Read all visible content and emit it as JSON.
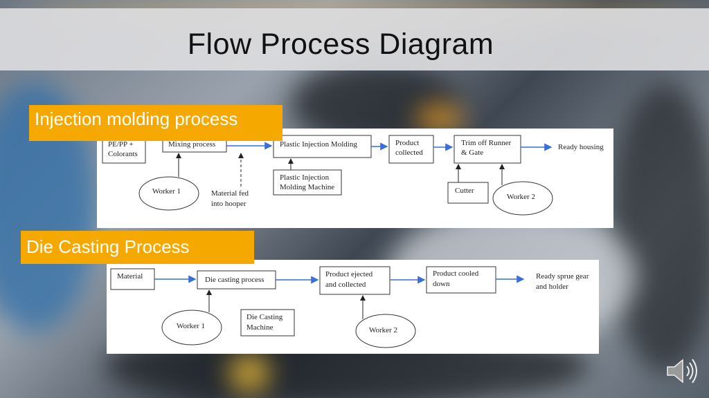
{
  "title": "Flow Process Diagram",
  "section1": {
    "label": "Injection molding process",
    "nodes": {
      "pepp": [
        "PE/PP +",
        "Colorants"
      ],
      "mixing": [
        "Mixing process"
      ],
      "injection": [
        "Plastic Injection Molding"
      ],
      "collected": [
        "Product",
        "collected"
      ],
      "trim": [
        "Trim off Runner",
        "& Gate"
      ],
      "ready": [
        "Ready housing"
      ],
      "machine": [
        "Plastic Injection",
        "Molding Machine"
      ],
      "worker1": [
        "Worker 1"
      ],
      "material_fed": [
        "Material fed",
        "into hooper"
      ],
      "cutter": [
        "Cutter"
      ],
      "worker2": [
        "Worker 2"
      ]
    }
  },
  "section2": {
    "label": "Die Casting Process",
    "nodes": {
      "material": [
        "Material"
      ],
      "diecasting": [
        "Die casting process"
      ],
      "ejected": [
        "Product ejected",
        "and collected"
      ],
      "cooled": [
        "Product cooled",
        "down"
      ],
      "ready": [
        "Ready sprue gear",
        "and holder"
      ],
      "machine": [
        "Die Casting",
        "Machine"
      ],
      "worker1": [
        "Worker 1"
      ],
      "worker2": [
        "Worker 2"
      ]
    }
  },
  "colors": {
    "arrow": "#3a6fd8",
    "label_bg": "#f5a800",
    "title_bg": "#dcdcde"
  },
  "icons": [
    "speaker-icon"
  ]
}
